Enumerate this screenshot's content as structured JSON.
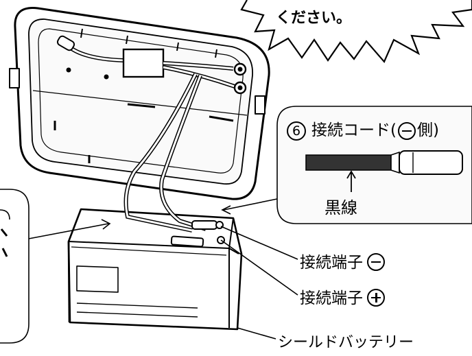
{
  "banner": {
    "text": "ください。"
  },
  "cord_callout": {
    "number": "6",
    "title_prefix": "接続コード(",
    "title_suffix": "側)"
  },
  "black_wire_label": "黒線",
  "terminal_minus_label": "接続端子",
  "terminal_plus_label": "接続端子",
  "battery_label": "シールドバッテリー",
  "colors": {
    "line": "#000000",
    "background": "#ffffff",
    "panel": "#fafafa",
    "wire_fill": "#333333"
  }
}
